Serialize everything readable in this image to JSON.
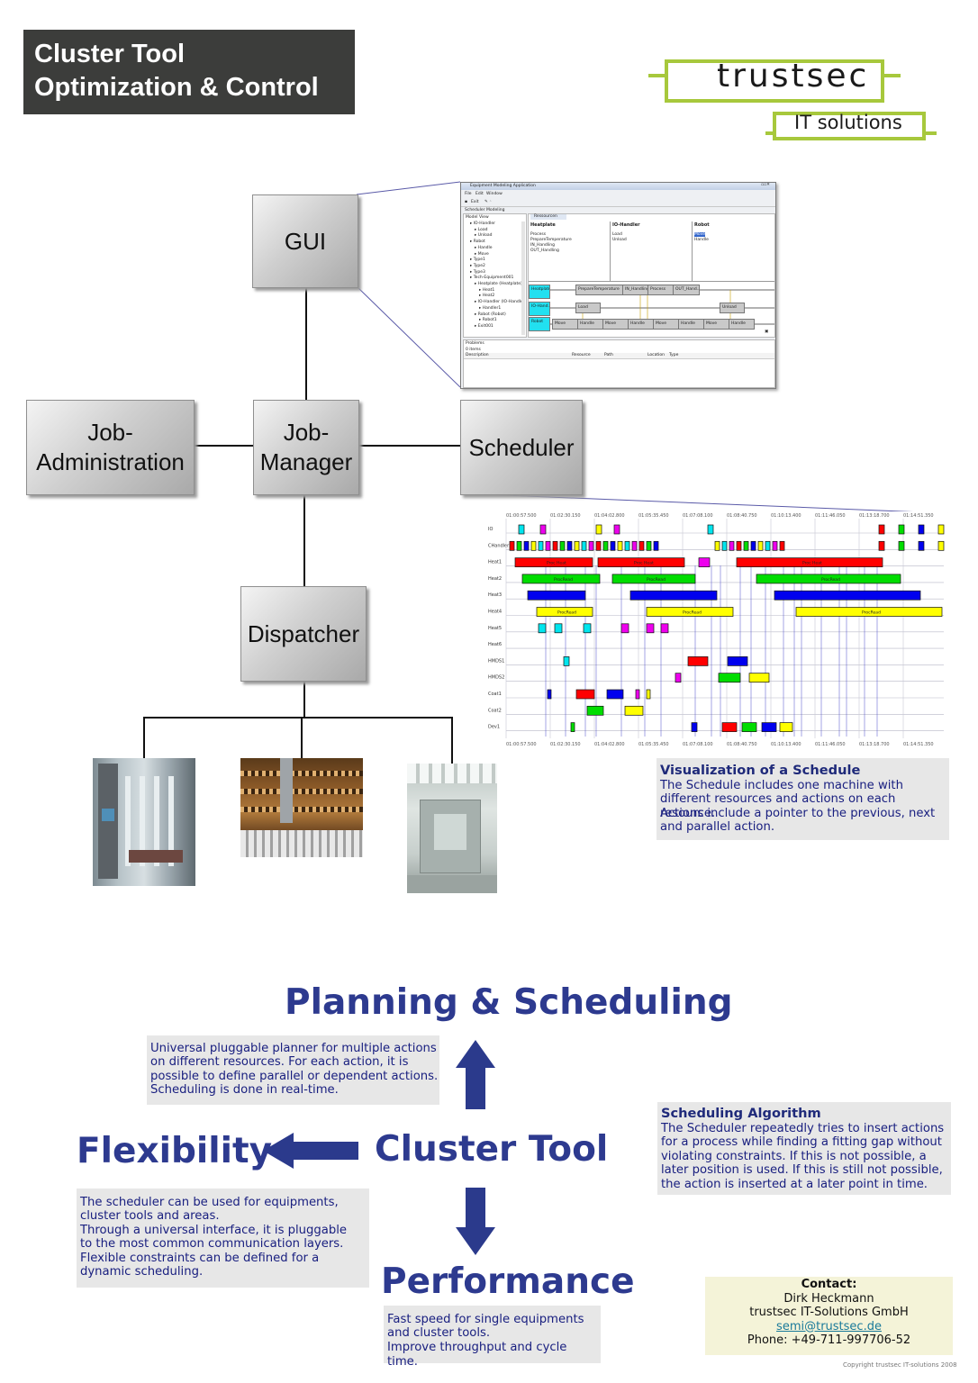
{
  "title": {
    "line1": "Cluster Tool",
    "line2": "Optimization & Control"
  },
  "logo": {
    "name": "trustsec",
    "tagline": "IT solutions",
    "color": "#a7c83c"
  },
  "nodes": {
    "gui": "GUI",
    "job_admin_1": "Job-",
    "job_admin_2": "Administration",
    "job_manager_1": "Job-",
    "job_manager_2": "Manager",
    "scheduler": "Scheduler",
    "dispatcher": "Dispatcher"
  },
  "gui_screenshot": {
    "window_title": "Equipment Modeling Application",
    "menu": [
      "File",
      "Edit",
      "Window"
    ],
    "toolbar_label": "Exit",
    "subtitle": "Scheduler Modeling",
    "tree_title": "Model View",
    "tree_items": [
      "IO-Handler",
      "Load",
      "Unload",
      "Robot",
      "Handle",
      "Move",
      "Type1",
      "Type2",
      "Type3",
      "Tech-Equipment001",
      "Heatplate (Heatplate)",
      "Heat1",
      "Heat2",
      "IO-Handler (IO-Handle",
      "Handler1",
      "Robot (Robot)",
      "Robot1",
      "Exit001"
    ],
    "tab": "Ressourcen",
    "columns": [
      "Heatplate",
      "IO-Handler",
      "Robot"
    ],
    "heatplate_actions": [
      "Process",
      "PrepareTemperature",
      "IN_Handling",
      "OUT_Handling"
    ],
    "iohandler_actions": [
      "Load",
      "Unload"
    ],
    "robot_actions": [
      "Move",
      "Handle"
    ],
    "lane_labels": [
      "Heatplate",
      "IO-Hand...",
      "Robot"
    ],
    "lane1_boxes": [
      "PrepareTemperature",
      "IN_Handling",
      "Process",
      "OUT_Hand..."
    ],
    "lane2_boxes": [
      "Load",
      "Unload"
    ],
    "lane3_boxes": [
      "Move",
      "Handle",
      "Move",
      "Handle",
      "Move",
      "Handle",
      "Move",
      "Handle"
    ],
    "problems_tab": "Problems",
    "problems_count": "0 items",
    "problem_columns": [
      "Description",
      "Resource",
      "Path",
      "Location",
      "Type"
    ]
  },
  "gantt": {
    "rows": [
      "IO",
      "CHandler",
      "Heat1",
      "Heat2",
      "Heat3",
      "Heat4",
      "Heat5",
      "Heat6",
      "HMDS1",
      "HMDS2",
      "Coat1",
      "Coat2",
      "Dev1"
    ],
    "times": [
      "01:00:57.500",
      "01:02:30.150",
      "01:04:02.800",
      "01:05:35.450",
      "01:07:08.100",
      "01:08:40.750",
      "01:10:13.400",
      "01:11:46.050",
      "01:13:18.700",
      "01:14:51.350"
    ],
    "bar_labels": {
      "heat1": "Proc Heat",
      "heat2": "ProcRead",
      "heat4": "ProcRead"
    }
  },
  "visualization": {
    "heading": "Visualization of a Schedule",
    "lines": [
      "The Schedule includes one machine with",
      "different resources and actions on each resource.",
      "Actions include a pointer to the previous, next",
      "and parallel action."
    ]
  },
  "concepts": {
    "planning": "Planning & Scheduling",
    "flexibility": "Flexibility",
    "cluster_tool": "Cluster Tool",
    "performance": "Performance"
  },
  "planning_text": [
    "Universal pluggable planner for multiple actions",
    "on different resources. For each action, it is",
    "possible to define parallel or dependent actions.",
    "Scheduling is done in real-time."
  ],
  "flexibility_text": [
    "The scheduler can be used for equipments,",
    "cluster tools and areas.",
    "Through a universal interface, it is pluggable",
    "to the most common communication layers.",
    "Flexible constraints can be defined for a",
    "dynamic scheduling."
  ],
  "performance_text": [
    "Fast speed for single equipments",
    "and cluster tools.",
    "Improve throughput and cycle time."
  ],
  "algorithm": {
    "heading": "Scheduling Algorithm",
    "lines": [
      "The Scheduler repeatedly tries to insert actions",
      "for a process while finding a fitting gap without",
      "violating constraints. If this is not possible, a",
      "later position is used. If this is still not possible,",
      "the action is inserted at a later point in time."
    ]
  },
  "contact": {
    "heading": "Contact:",
    "name": "Dirk Heckmann",
    "company": "trustsec IT-Solutions GmbH",
    "email": "semi@trustsec.de",
    "phone": "Phone: +49-711-997706-52"
  },
  "copyright": "Copyright trustsec IT-solutions 2008",
  "colors": {
    "accent": "#2d3a8f",
    "arrow": "#2b3a8c",
    "callout_bg": "#e7e7e7",
    "contact_bg": "#f4f3d8"
  }
}
